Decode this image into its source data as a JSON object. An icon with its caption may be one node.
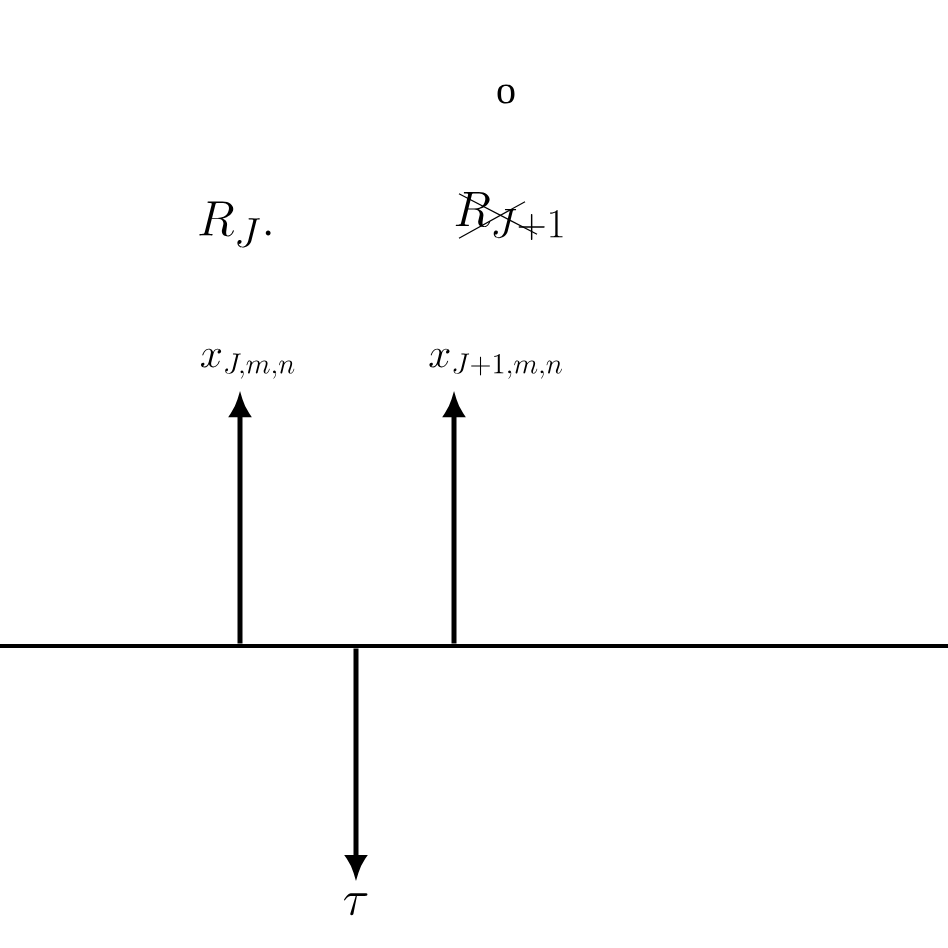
{
  "diagram": {
    "nodes": [
      {
        "text": [
          "x_{J,m,n}"
        ]
      },
      {
        "text": [
          "x_{J+1,m,n}"
        ]
      },
      {
        "text": [],
        "shape": "bar"
      },
      {
        "text": [
          "\\tau"
        ]
      }
    ],
    "edges": [
      {
        "from": 2,
        "to": 0,
        "arrow": "to"
      },
      {
        "from": 2,
        "to": 1,
        "arrow": "to"
      },
      {
        "from": 2,
        "to": 3,
        "arrow": "to"
      }
    ],
    "labels": [
      "o",
      "R_{J}.",
      "R_{J+1}"
    ]
  }
}
